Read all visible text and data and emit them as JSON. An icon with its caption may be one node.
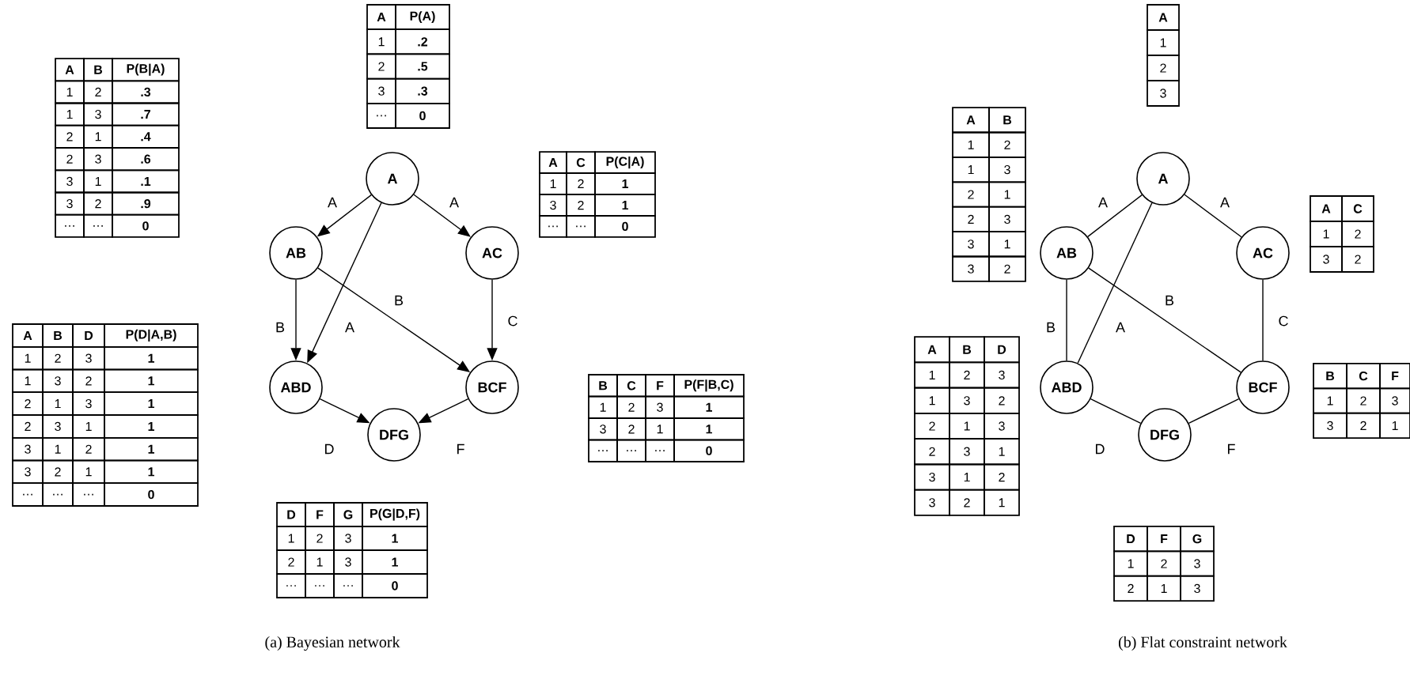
{
  "diagram": {
    "nodes": [
      {
        "text": [
          "A"
        ]
      },
      {
        "text": [
          "AB"
        ]
      },
      {
        "text": [
          "AC"
        ]
      },
      {
        "text": [
          "ABD"
        ]
      },
      {
        "text": [
          "BCF"
        ]
      },
      {
        "text": [
          "DFG"
        ]
      },
      {
        "text": [
          "A"
        ]
      },
      {
        "text": [
          "AB"
        ]
      },
      {
        "text": [
          "AC"
        ]
      },
      {
        "text": [
          "ABD"
        ]
      },
      {
        "text": [
          "BCF"
        ]
      },
      {
        "text": [
          "DFG"
        ]
      }
    ],
    "edges": [
      {
        "from": 0,
        "to": 1,
        "arrow": "to",
        "label": "A"
      },
      {
        "from": 0,
        "to": 2,
        "arrow": "to",
        "label": "A"
      },
      {
        "from": 0,
        "to": 3,
        "arrow": "to",
        "label": "A"
      },
      {
        "from": 1,
        "to": 3,
        "arrow": "to",
        "label": "B"
      },
      {
        "from": 1,
        "to": 4,
        "arrow": "to",
        "label": "B"
      },
      {
        "from": 2,
        "to": 4,
        "arrow": "to",
        "label": "C"
      },
      {
        "from": 3,
        "to": 5,
        "arrow": "to",
        "label": "D"
      },
      {
        "from": 4,
        "to": 5,
        "arrow": "to",
        "label": "F"
      },
      {
        "from": 6,
        "to": 7,
        "arrow": "none",
        "label": "A"
      },
      {
        "from": 6,
        "to": 8,
        "arrow": "none",
        "label": "A"
      },
      {
        "from": 6,
        "to": 9,
        "arrow": "none",
        "label": "A"
      },
      {
        "from": 7,
        "to": 9,
        "arrow": "none",
        "label": "B"
      },
      {
        "from": 7,
        "to": 10,
        "arrow": "none",
        "label": "B"
      },
      {
        "from": 8,
        "to": 10,
        "arrow": "none",
        "label": "C"
      },
      {
        "from": 9,
        "to": 11,
        "arrow": "none",
        "label": "D"
      },
      {
        "from": 10,
        "to": 11,
        "arrow": "none",
        "label": "F"
      }
    ],
    "labels": [
      "A",
      "P(A)",
      "1",
      ".2",
      "2",
      ".5",
      "3",
      ".3",
      "…",
      "0",
      "A",
      "B",
      "P(B|A)",
      "1",
      "2",
      ".3",
      "1",
      "3",
      ".7",
      "2",
      "1",
      ".4",
      "2",
      "3",
      ".6",
      "3",
      "1",
      ".1",
      "3",
      "2",
      ".9",
      "…",
      "…",
      "0",
      "A",
      "C",
      "P(C|A)",
      "1",
      "2",
      "1",
      "3",
      "2",
      "1",
      "…",
      "…",
      "0",
      "A",
      "B",
      "D",
      "P(D|A,B)",
      "1",
      "2",
      "3",
      "1",
      "1",
      "3",
      "2",
      "1",
      "2",
      "1",
      "3",
      "1",
      "2",
      "3",
      "1",
      "1",
      "3",
      "1",
      "2",
      "1",
      "3",
      "2",
      "1",
      "1",
      "…",
      "…",
      "…",
      "0",
      "B",
      "C",
      "F",
      "P(F|B,C)",
      "1",
      "2",
      "3",
      "1",
      "3",
      "2",
      "1",
      "1",
      "…",
      "…",
      "…",
      "0",
      "D",
      "F",
      "G",
      "P(G|D,F)",
      "1",
      "2",
      "3",
      "1",
      "2",
      "1",
      "3",
      "1",
      "…",
      "…",
      "…",
      "0",
      "(a) Bayesian network",
      "A",
      "1",
      "2",
      "3",
      "A",
      "B",
      "1",
      "2",
      "1",
      "3",
      "2",
      "1",
      "2",
      "3",
      "3",
      "1",
      "3",
      "2",
      "A",
      "C",
      "1",
      "2",
      "3",
      "2",
      "A",
      "B",
      "D",
      "1",
      "2",
      "3",
      "1",
      "3",
      "2",
      "2",
      "1",
      "3",
      "2",
      "3",
      "1",
      "3",
      "1",
      "2",
      "3",
      "2",
      "1",
      "B",
      "C",
      "F",
      "1",
      "2",
      "3",
      "3",
      "2",
      "1",
      "D",
      "F",
      "G",
      "1",
      "2",
      "3",
      "2",
      "1",
      "3",
      "(b) Flat constraint network"
    ]
  }
}
